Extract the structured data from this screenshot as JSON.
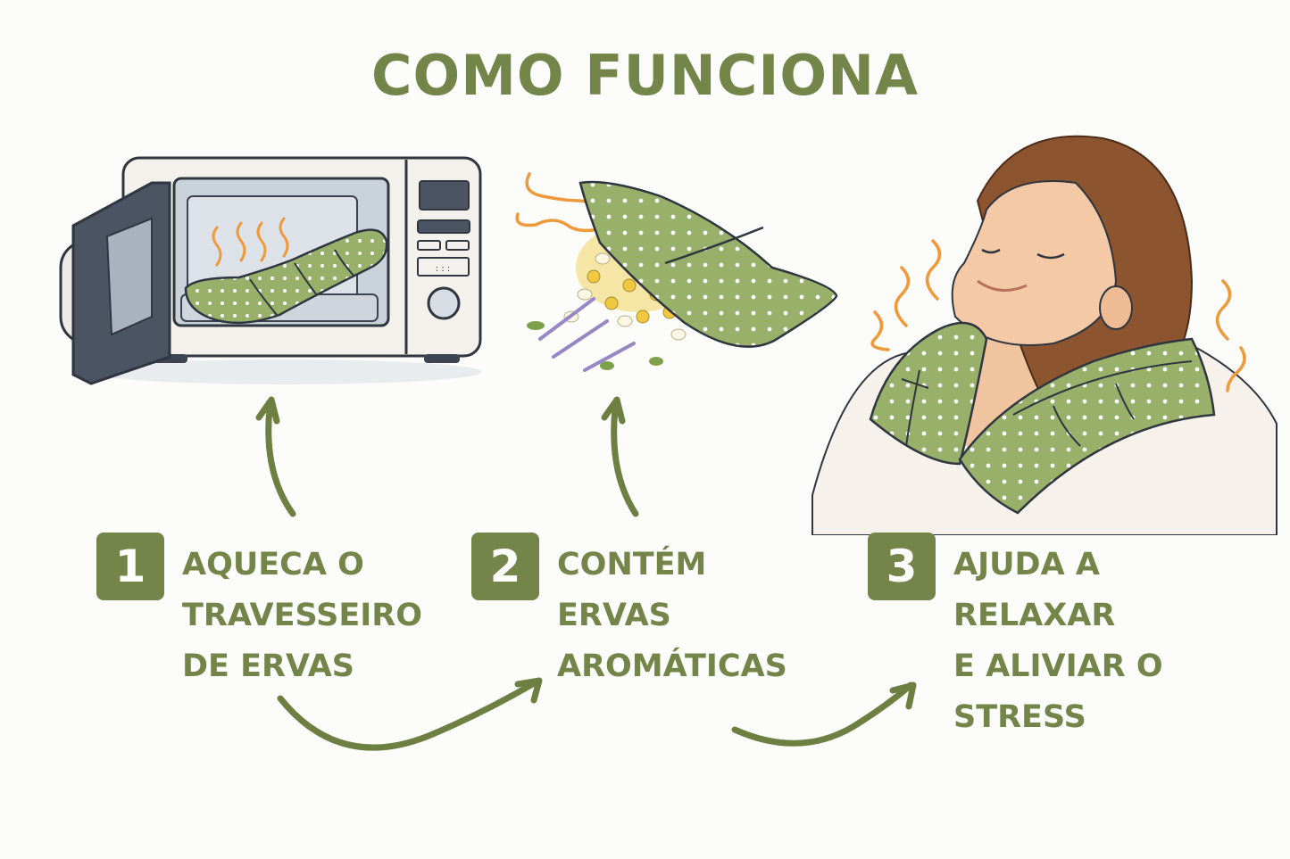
{
  "title": "COMO FUNCIONA",
  "colors": {
    "accent": "#74854a",
    "pillow_green": "#98b06a",
    "steam_orange": "#ef9a3a",
    "background": "#fcfcfb"
  },
  "illustrations": [
    {
      "name": "microwave-with-pillow",
      "description": "Open microwave heating a green polka-dot herbal pillow with steam"
    },
    {
      "name": "herbal-pouch-spilling",
      "description": "Green polka-dot pouch spilling grains, seeds and lavender with aroma waves"
    },
    {
      "name": "woman-relaxing",
      "description": "Woman with eyes closed wearing a heated neck pillow with warmth waves"
    }
  ],
  "steps": [
    {
      "number": "1",
      "lines": [
        "AQUECA O",
        "TRAVESSEIRO",
        "DE ERVAS"
      ]
    },
    {
      "number": "2",
      "lines": [
        "CONTÉM",
        "ERVAS",
        "AROMÁTICAS"
      ]
    },
    {
      "number": "3",
      "lines": [
        "AJUDA A",
        "RELAXAR",
        "E ALIVIAR O",
        "STRESS"
      ]
    }
  ]
}
